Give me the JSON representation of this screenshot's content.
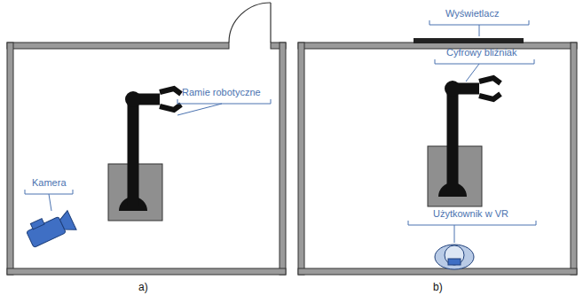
{
  "diagram": {
    "labels": [
      "Ramie robotyczne",
      "Kamera",
      "a)",
      "Wyświetlacz",
      "Cyfrowy bliźniak",
      "Użytkownik w VR",
      "b)"
    ]
  }
}
